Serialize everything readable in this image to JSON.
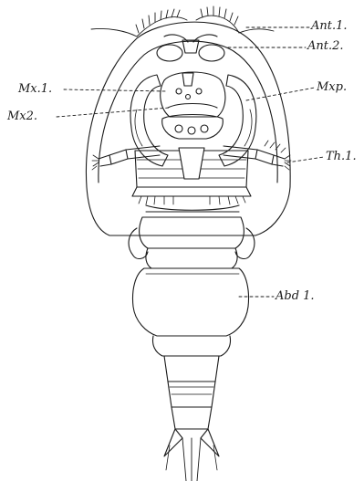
{
  "labels": {
    "ant1": "Ant.1.",
    "ant2": "Ant.2.",
    "mx1": "Mx.1.",
    "mx2": "Mx2.",
    "mxp": "Mxp.",
    "th1": "Th.1.",
    "abd1": "Abd 1."
  },
  "colors": {
    "ink": "#1a1a1a",
    "paper": "#ffffff"
  }
}
